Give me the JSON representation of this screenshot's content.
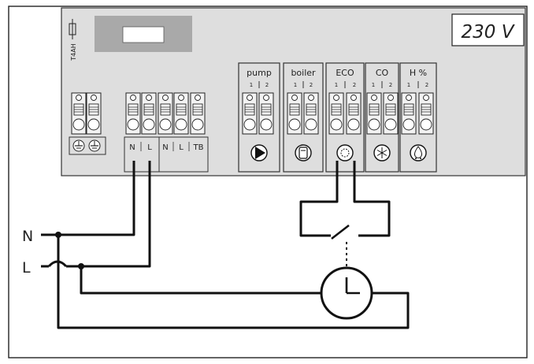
{
  "fuse": {
    "label": "T4AH"
  },
  "voltage": {
    "label": "230 V"
  },
  "groups": {
    "pump": "pump",
    "boiler": "boiler",
    "eco": "ECO",
    "co": "CO",
    "h": "H %"
  },
  "pins": {
    "one": "1",
    "two": "2"
  },
  "terminals": {
    "n": "N",
    "l": "L",
    "n2": "N",
    "l2": "L",
    "tb": "TB"
  },
  "supply": {
    "n_label": "N",
    "l_label": "L"
  },
  "icons": {
    "earth": "earth-icon",
    "pump": "pump-icon",
    "boiler": "boiler-icon",
    "eco": "eco-icon",
    "co": "snowflake-icon",
    "h": "humidity-icon",
    "clock": "timer-clock-icon"
  },
  "colors": {
    "panel": "#dedede",
    "line": "#111111",
    "text": "#222222"
  }
}
